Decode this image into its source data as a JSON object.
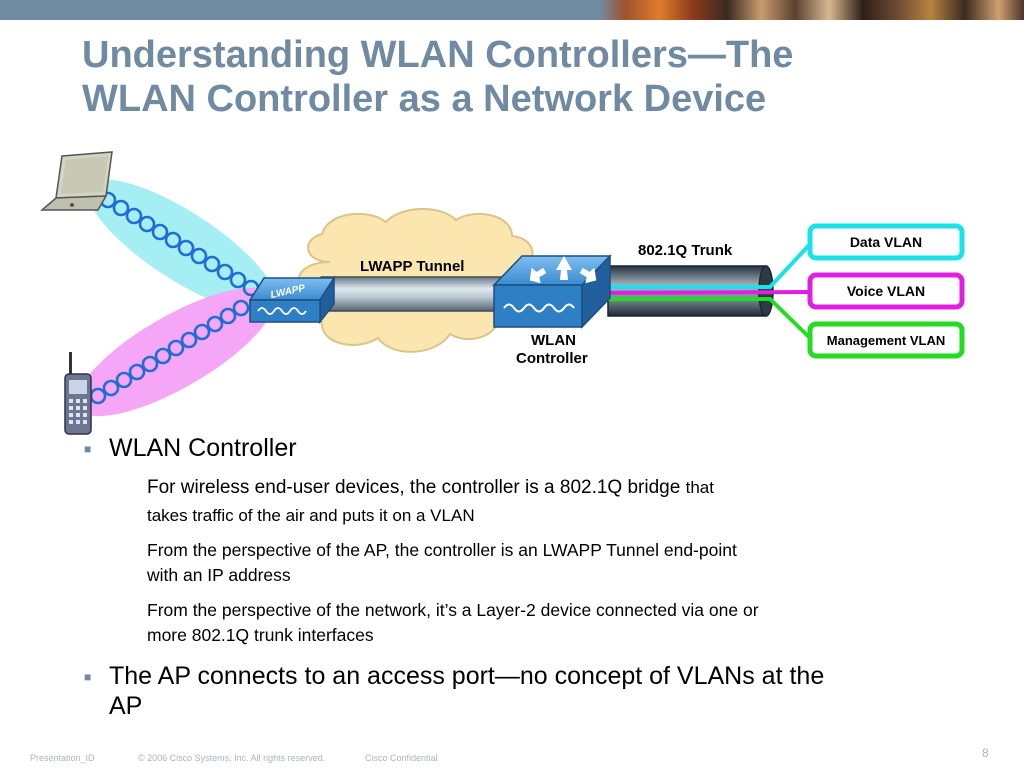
{
  "title": {
    "line1": "Understanding WLAN Controllers—The",
    "line2": "WLAN Controller as a Network Device"
  },
  "diagram": {
    "tunnel_label": "LWAPP Tunnel",
    "trunk_label": "802.1Q Trunk",
    "ap_label": "LWAPP",
    "controller_label_line1": "WLAN",
    "controller_label_line2": "Controller",
    "vlans": [
      {
        "label": "Data VLAN",
        "color": "#19e3e8"
      },
      {
        "label": "Voice VLAN",
        "color": "#e020e0"
      },
      {
        "label": "Management VLAN",
        "color": "#22dd22"
      }
    ],
    "colors": {
      "cloud": "#fbe6b0",
      "cloud_stroke": "#d9c48a",
      "device_blue": "#2f7fc4",
      "cyan_beam": "#a4eef4",
      "magenta_beam": "#f6a6f6"
    },
    "icons": [
      "laptop-icon",
      "phone-icon",
      "access-point-icon",
      "controller-icon"
    ]
  },
  "bullets": [
    {
      "text": "WLAN Controller",
      "sub": [
        {
          "main": "For wireless end-user devices, the controller is a 802.1Q bridge ",
          "small": "that",
          "line2": "takes traffic of the air and puts it on a VLAN"
        },
        {
          "main": "From the perspective of the AP, the controller is an LWAPP Tunnel end-point",
          "line2": "with an IP address"
        },
        {
          "main": "From the perspective of the network, it’s a Layer-2 device connected via one or",
          "line2": "more 802.1Q trunk interfaces"
        }
      ]
    },
    {
      "text": "The AP connects to an access port—no concept of VLANs at the",
      "line2": "AP"
    }
  ],
  "footer": {
    "presentation_id": "Presentation_ID",
    "copyright": "© 2006 Cisco Systems, Inc. All rights reserved.",
    "confidential": "Cisco Confidential",
    "page_number": "8"
  }
}
